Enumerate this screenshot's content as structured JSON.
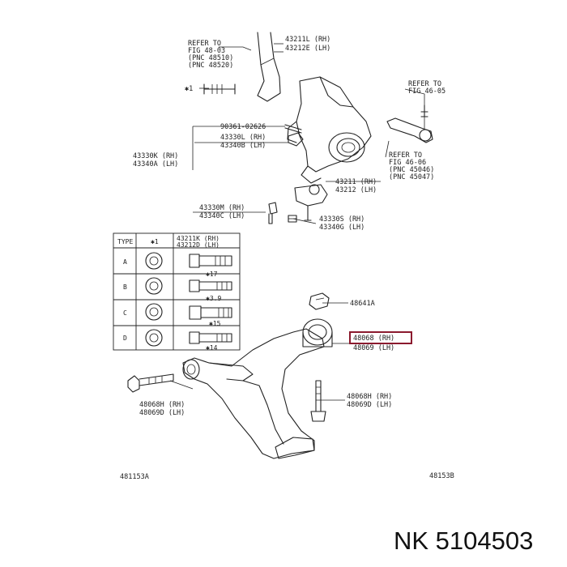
{
  "labels": {
    "refer_top_1": "REFER TO",
    "refer_top_2": "FIG 48-03",
    "refer_top_3": "(PNC 48510)",
    "refer_top_4": "(PNC 48520)",
    "knuckle_rh": "43211L (RH)",
    "knuckle_lh": "43212E (LH)",
    "star1": "✱1",
    "refer_right_1": "REFER TO",
    "refer_right_2": "FIG 46-05",
    "pin": "90361-02626",
    "hub_rh": "43330L (RH)",
    "hub_lh": "43340B (LH)",
    "joint_rh": "43330K (RH)",
    "joint_lh": "43340A (LH)",
    "refer_mid_1": "REFER TO",
    "refer_mid_2": "FIG 46-06",
    "refer_mid_3": "(PNC 45046)",
    "refer_mid_4": "(PNC 45047)",
    "balljoint_rh": "43211 (RH)",
    "balljoint_lh": "43212 (LH)",
    "bj2_rh": "43330M (RH)",
    "bj2_lh": "43340C (LH)",
    "bj3_rh": "43330S (RH)",
    "bj3_lh": "43340G (LH)",
    "nut": "48641A",
    "arm_rh": "48068 (RH)",
    "arm_lh": "48069 (LH)",
    "bolt_right_rh": "48068H (RH)",
    "bolt_right_lh": "48069D (LH)",
    "bolt_left_rh": "48068H (RH)",
    "bolt_left_lh": "48069D (LH)",
    "code_left": "481153A",
    "code_right": "48153B"
  },
  "table": {
    "header_type": "TYPE",
    "header_col": "✱1",
    "header_rh": "43211K (RH)",
    "header_lh": "43212D (LH)",
    "rows": [
      {
        "type": "A",
        "note": "✱17"
      },
      {
        "type": "B",
        "note": "✱3.9"
      },
      {
        "type": "C",
        "note": "✱15"
      },
      {
        "type": "D",
        "note": "✱14"
      }
    ]
  },
  "brand": {
    "text": "NK 5104503",
    "highlight_color": "#8b1a2e"
  }
}
